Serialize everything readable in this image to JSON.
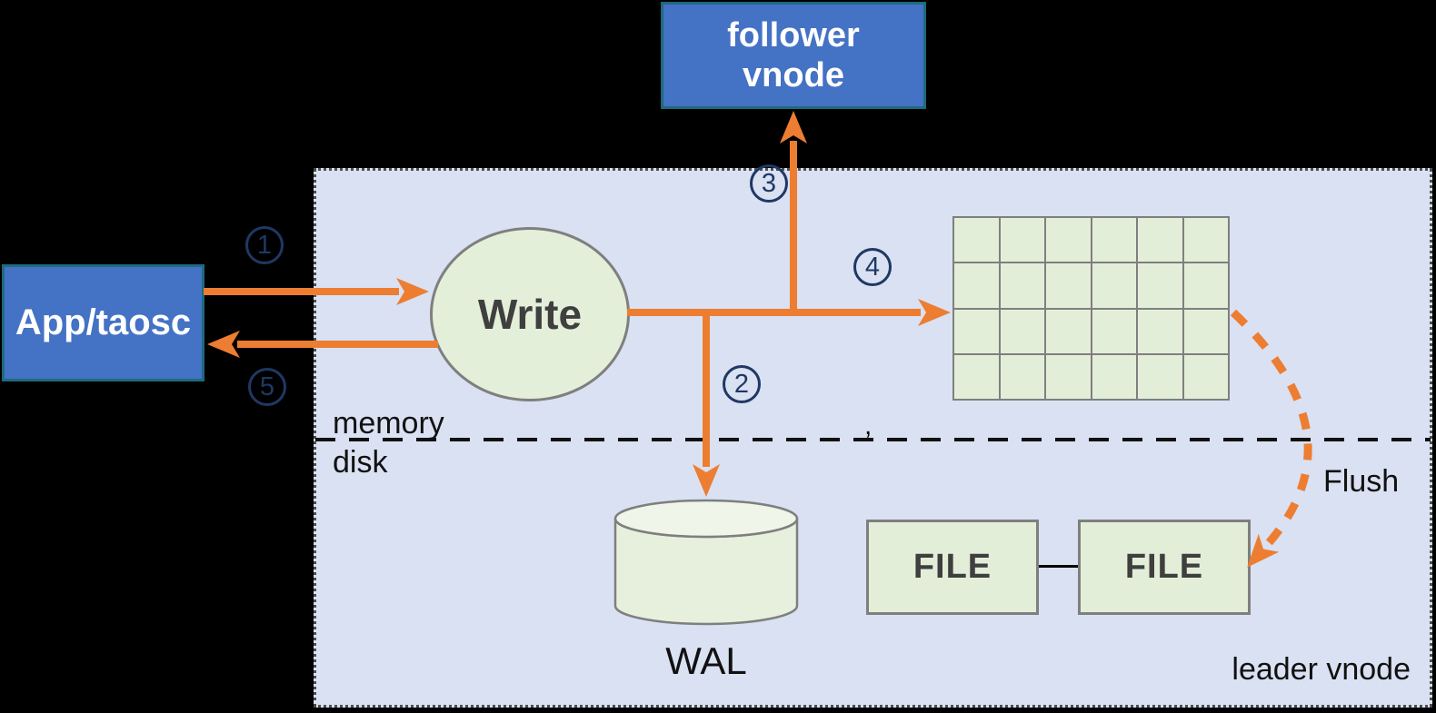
{
  "colors": {
    "background": "#000000",
    "arrow_orange": "#ED7D31",
    "step_navy": "#1F3864",
    "node_blue_fill": "#4472C4",
    "node_blue_border": "#1E6A80",
    "node_green_fill": "#E3EED8",
    "node_green_border": "#7F7F7F",
    "region_fill": "#D9E1F2"
  },
  "nodes": {
    "app": "App/taosc",
    "follower_line1": "follower",
    "follower_line2": "vnode",
    "write": "Write",
    "wal": "WAL",
    "file_left": "FILE",
    "file_right": "FILE"
  },
  "region": {
    "memory_label": "memory",
    "disk_label": "disk",
    "leader_label": "leader vnode",
    "flush_label": "Flush",
    "divider_artifact": ","
  },
  "steps": [
    "1",
    "2",
    "3",
    "4",
    "5"
  ],
  "mem_table": {
    "rows": 4,
    "cols": 6
  }
}
